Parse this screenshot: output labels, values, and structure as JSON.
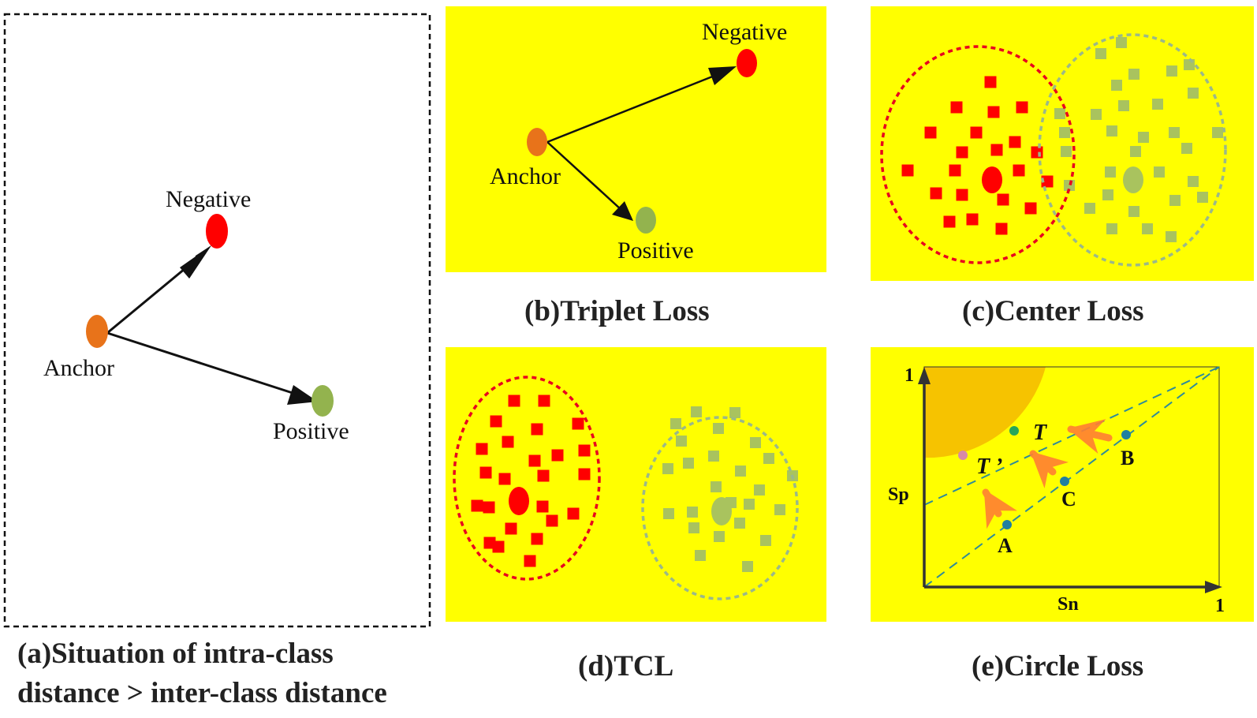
{
  "colors": {
    "panel_bg": "#ffff00",
    "anchor": "#e8731a",
    "negative": "#ff0000",
    "positive": "#93b34e",
    "positive_square": "#a9c35e",
    "arrow": "#111111",
    "orange_arrow": "#ff7f32",
    "dashed_line": "#2e8b9a",
    "circle_region": "#f5b800",
    "point_blue": "#1f7fa0",
    "point_green": "#27a65a",
    "point_pink": "#d88aa8"
  },
  "panel_a": {
    "caption_line1": "(a)Situation of intra-class",
    "caption_line2": "distance > inter-class distance",
    "anchor_label": "Anchor",
    "negative_label": "Negative",
    "positive_label": "Positive"
  },
  "panel_b": {
    "caption": "(b)Triplet Loss",
    "anchor_label": "Anchor",
    "negative_label": "Negative",
    "positive_label": "Positive"
  },
  "panel_c": {
    "caption": "(c)Center Loss"
  },
  "panel_d": {
    "caption": "(d)TCL"
  },
  "panel_e": {
    "caption": "(e)Circle Loss",
    "y_axis_top": "1",
    "x_axis_end": "1",
    "y_label": "Sp",
    "x_label": "Sn",
    "point_t": "T",
    "point_t_prime": "T ’",
    "point_a": "A",
    "point_b": "B",
    "point_c": "C"
  }
}
